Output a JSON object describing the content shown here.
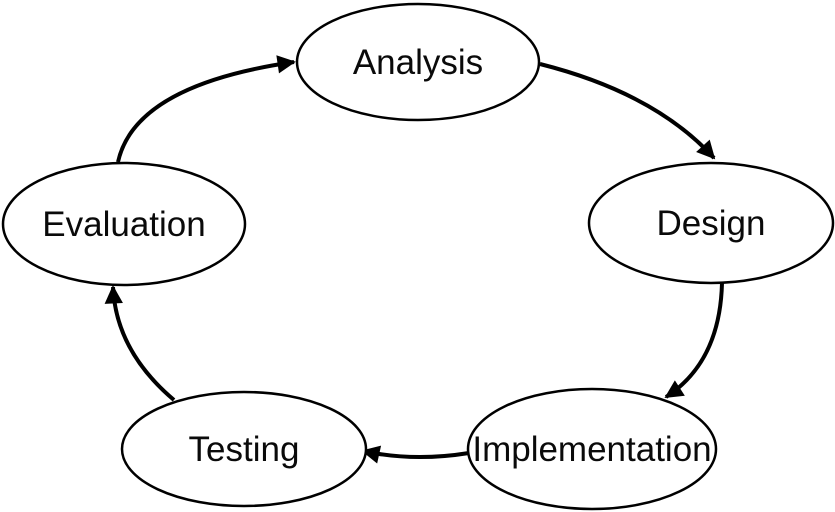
{
  "diagram": {
    "type": "cycle",
    "nodes": [
      {
        "id": "analysis",
        "label": "Analysis"
      },
      {
        "id": "design",
        "label": "Design"
      },
      {
        "id": "implementation",
        "label": "Implementation"
      },
      {
        "id": "testing",
        "label": "Testing"
      },
      {
        "id": "evaluation",
        "label": "Evaluation"
      }
    ],
    "edges": [
      {
        "from": "Analysis",
        "to": "Design"
      },
      {
        "from": "Design",
        "to": "Implementation"
      },
      {
        "from": "Implementation",
        "to": "Testing"
      },
      {
        "from": "Testing",
        "to": "Evaluation"
      },
      {
        "from": "Evaluation",
        "to": "Analysis"
      }
    ],
    "colors": {
      "node_fill": "#ffffff",
      "stroke": "#000000",
      "text": "#0a0a0a",
      "background": "#ffffff"
    }
  }
}
